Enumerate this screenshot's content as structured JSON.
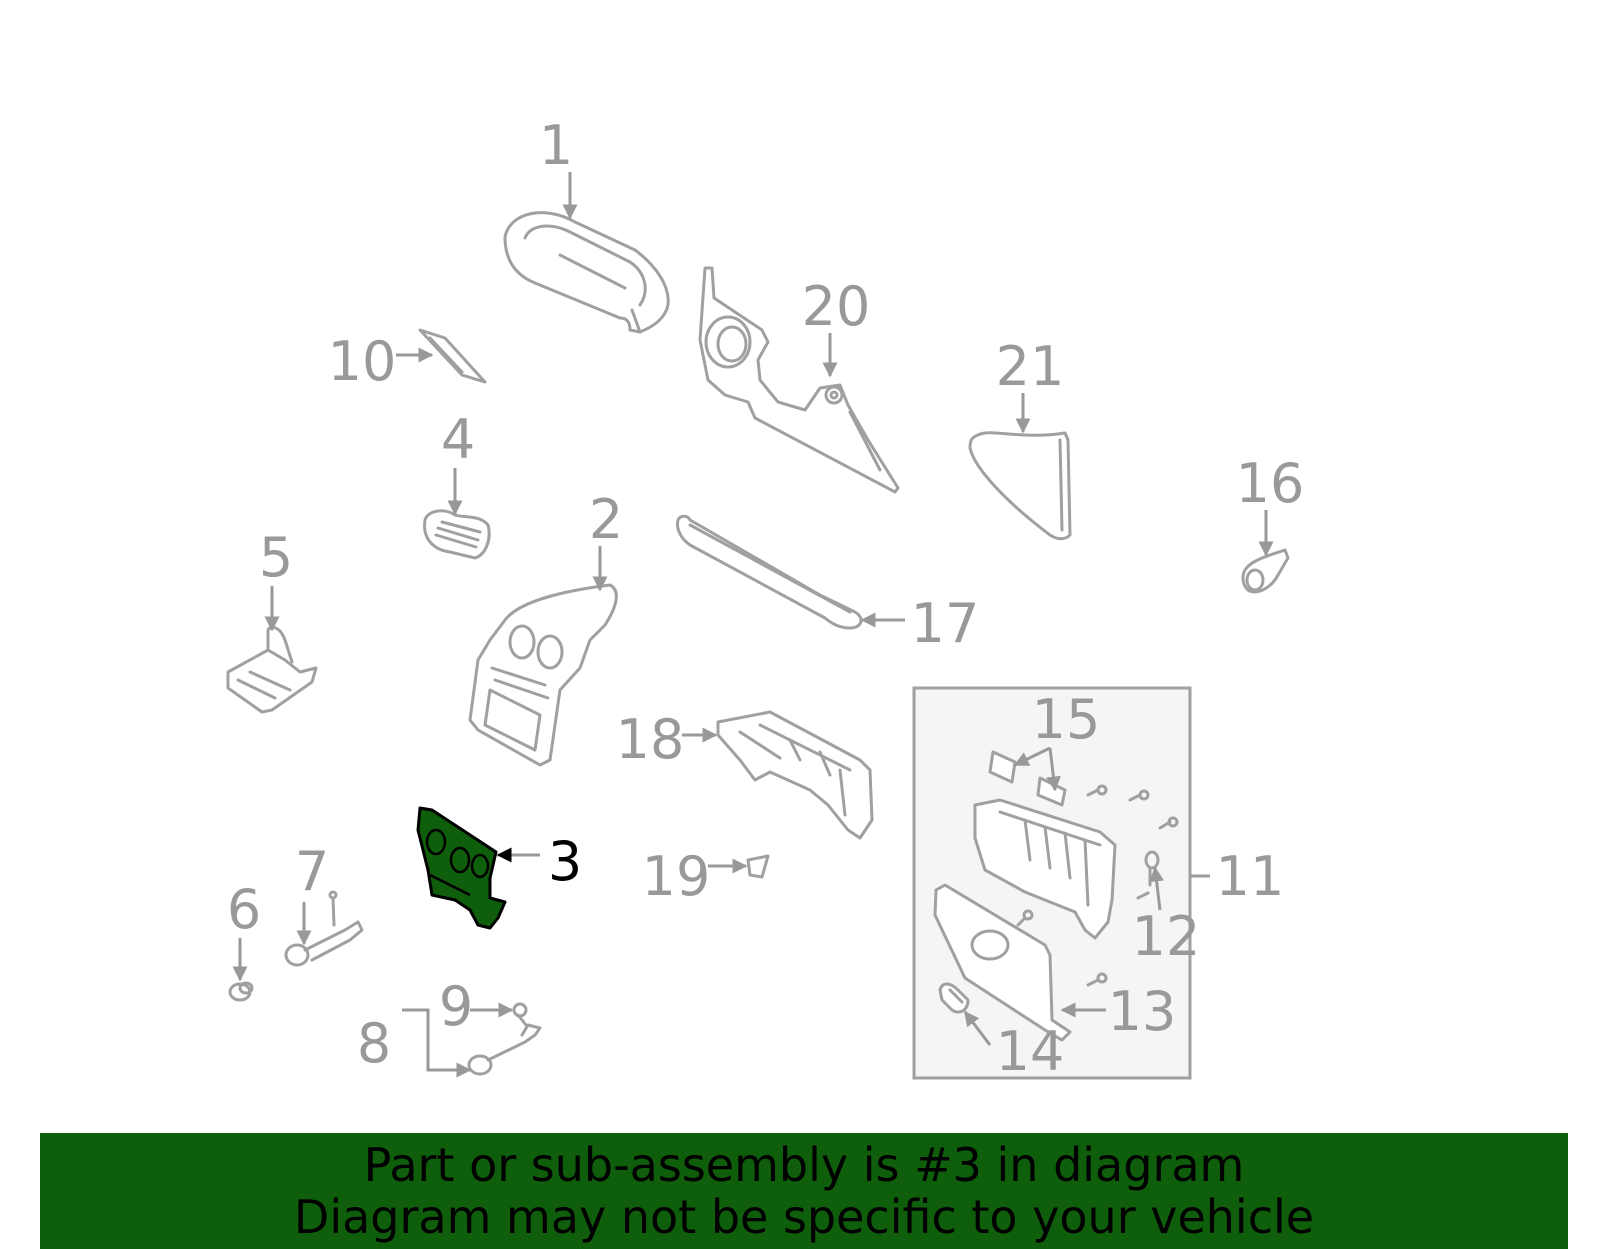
{
  "diagram": {
    "highlighted_part": "3",
    "callouts": {
      "c1": "1",
      "c2": "2",
      "c3": "3",
      "c4": "4",
      "c5": "5",
      "c6": "6",
      "c7": "7",
      "c8": "8",
      "c9": "9",
      "c10": "10",
      "c11": "11",
      "c12": "12",
      "c13": "13",
      "c14": "14",
      "c15": "15",
      "c16": "16",
      "c17": "17",
      "c18": "18",
      "c19": "19",
      "c20": "20",
      "c21": "21"
    },
    "colors": {
      "part_line": "#a0a0a0",
      "callout_text": "#999999",
      "highlight_fill": "#0f5e0b",
      "inset_background": "#f5f5f5"
    }
  },
  "banner": {
    "line1": "Part or sub-assembly is #3 in diagram",
    "line2": "Diagram may not be specific to your vehicle",
    "background": "#0f5e0b"
  }
}
